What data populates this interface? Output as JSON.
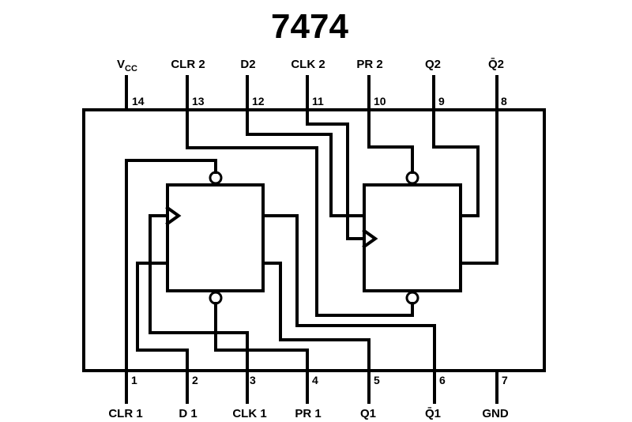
{
  "title": "7474",
  "top_pins": [
    {
      "number": "14",
      "label_main": "V",
      "label_sub": "CC"
    },
    {
      "number": "13",
      "label": "CLR 2"
    },
    {
      "number": "12",
      "label": "D2"
    },
    {
      "number": "11",
      "label": "CLK 2"
    },
    {
      "number": "10",
      "label": "PR 2"
    },
    {
      "number": "9",
      "label": "Q2"
    },
    {
      "number": "8",
      "label": "Q̄2"
    }
  ],
  "bottom_pins": [
    {
      "number": "1",
      "label": "CLR 1"
    },
    {
      "number": "2",
      "label": "D 1"
    },
    {
      "number": "3",
      "label": "CLK 1"
    },
    {
      "number": "4",
      "label": "PR 1"
    },
    {
      "number": "5",
      "label": "Q1"
    },
    {
      "number": "6",
      "label": "Q̄1"
    },
    {
      "number": "7",
      "label": "GND"
    }
  ]
}
